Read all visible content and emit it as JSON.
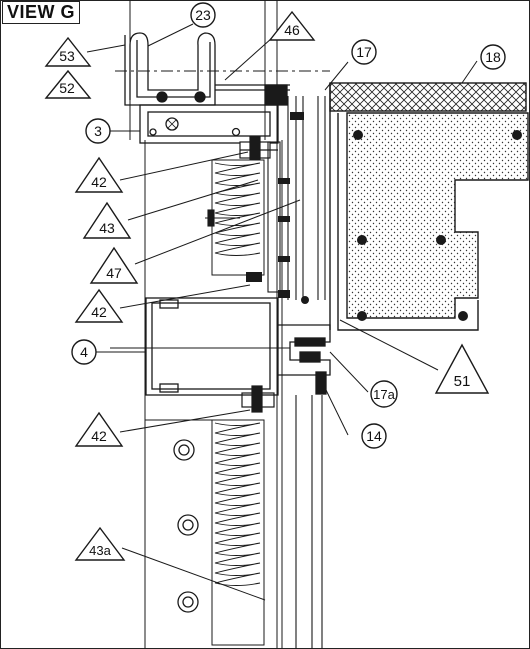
{
  "view_title": "VIEW G",
  "callouts": {
    "c53": "53",
    "c52": "52",
    "c23": "23",
    "c46": "46",
    "c17": "17",
    "c18": "18",
    "c3": "3",
    "c42a": "42",
    "c43": "43",
    "c47": "47",
    "c42b": "42",
    "c4": "4",
    "c51": "51",
    "c17a": "17a",
    "c14": "14",
    "c42c": "42",
    "c43a": "43a"
  },
  "colors": {
    "line": "#1a1a1a",
    "fill": "#ffffff"
  }
}
